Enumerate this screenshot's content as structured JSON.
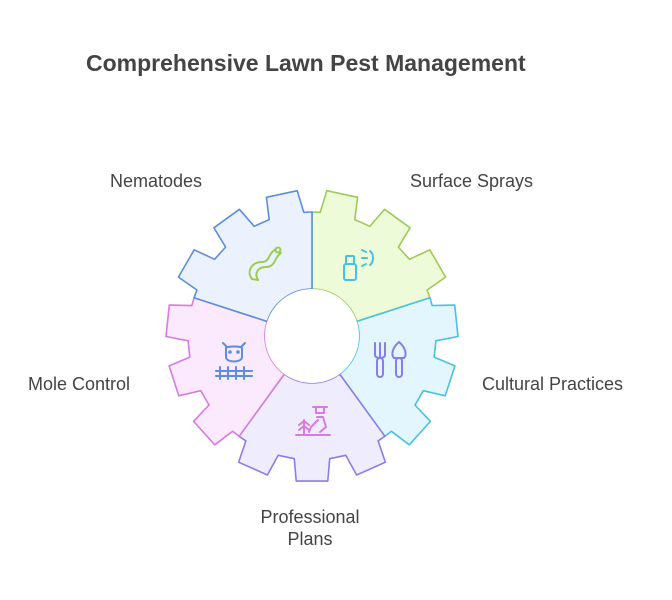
{
  "title": "Comprehensive Lawn Pest Management",
  "segments": [
    {
      "label": "Nematodes",
      "icon": "worm-icon",
      "fill": "#eefbd9",
      "stroke": "#9dcb55"
    },
    {
      "label": "Surface Sprays",
      "icon": "spray-bottle-icon",
      "fill": "#e3f6fd",
      "stroke": "#48c1e3"
    },
    {
      "label": "Cultural Practices",
      "icon": "fork-and-trowel-icon",
      "fill": "#efedfd",
      "stroke": "#8b7de8"
    },
    {
      "label": "Professional Plans",
      "label_lines": [
        "Professional",
        "Plans"
      ],
      "icon": "gardener-icon",
      "fill": "#fbe9fd",
      "stroke": "#d67be3"
    },
    {
      "label": "Mole Control",
      "icon": "mole-and-fence-icon",
      "fill": "#ecf2fd",
      "stroke": "#5b8ede"
    }
  ]
}
